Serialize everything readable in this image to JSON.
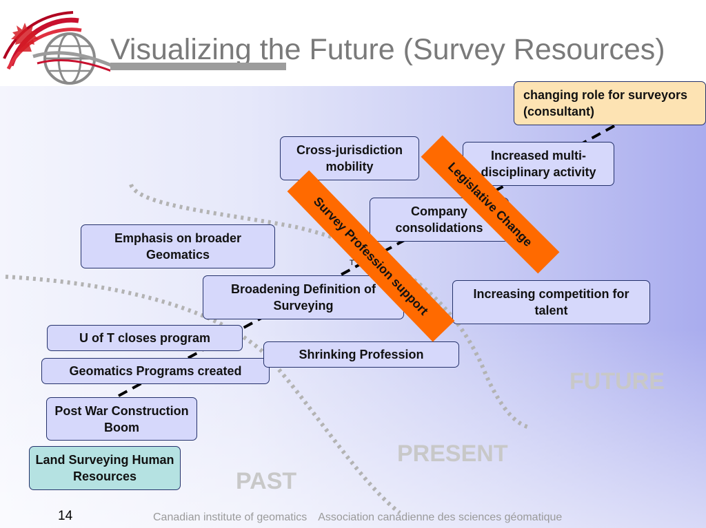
{
  "title": "Visualizing the Future (Survey Resources)",
  "boxes": {
    "land_surveying": "Land Surveying Human Resources",
    "post_war": "Post War Construction Boom",
    "geomatics_programs": "Geomatics Programs created",
    "u_of_t": "U of T closes program",
    "shrinking": "Shrinking Profession",
    "broadening": "Broadening Definition of Surveying",
    "emphasis": "Emphasis on broader Geomatics",
    "company": "Company consolidations",
    "cross_jurisdiction": "Cross-jurisdiction mobility",
    "multi_disciplinary": "Increased multi-disciplinary activity",
    "competition": "Increasing competition for talent",
    "changing_role": "changing role for surveyors (consultant)"
  },
  "banners": {
    "survey_profession_support": "Survey Profession support",
    "legislative_change": "Legislative Change"
  },
  "eras": {
    "past": "PAST",
    "present": "PRESENT",
    "future": "FUTURE"
  },
  "stray_mark": "T",
  "footer": {
    "page_number": "14",
    "org_english": "Canadian institute of geomatics",
    "org_french": "Association canadienne des sciences géomatique"
  },
  "colors": {
    "box_fill": "#d6d8fb",
    "box_highlight_start": "#b5e2e2",
    "box_highlight_end": "#fde3b3",
    "banner": "#ff6a00",
    "era_label": "#c8c8c8",
    "boundary_dots": "#b3b3b3"
  }
}
